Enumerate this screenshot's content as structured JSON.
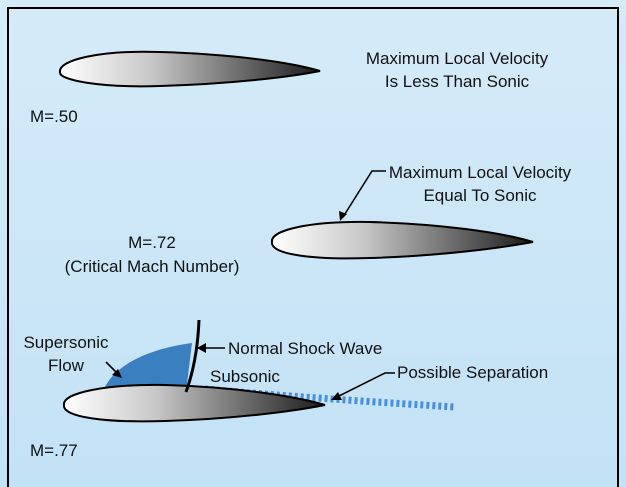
{
  "colors": {
    "background_top": "#d6ebf8",
    "background_bottom": "#c2e2f6",
    "frame": "#000000",
    "airfoil_light": "#ffffff",
    "airfoil_dark": "#1a1a1a",
    "supersonic_region": "#3a7fc0",
    "separation_wake": "#4a90d9"
  },
  "panels": [
    {
      "mach_label": "M=.50",
      "annotation_lines": [
        "Maximum Local Velocity",
        "Is Less Than Sonic"
      ]
    },
    {
      "mach_label": "M=.72",
      "mach_sublabel": "(Critical Mach Number)",
      "annotation_lines": [
        "Maximum Local Velocity",
        "Equal To Sonic"
      ]
    },
    {
      "mach_label": "M=.77",
      "supersonic_lines": [
        "Supersonic",
        "Flow"
      ],
      "shock_label": "Normal Shock Wave",
      "subsonic_label": "Subsonic",
      "separation_label": "Possible Separation"
    }
  ]
}
